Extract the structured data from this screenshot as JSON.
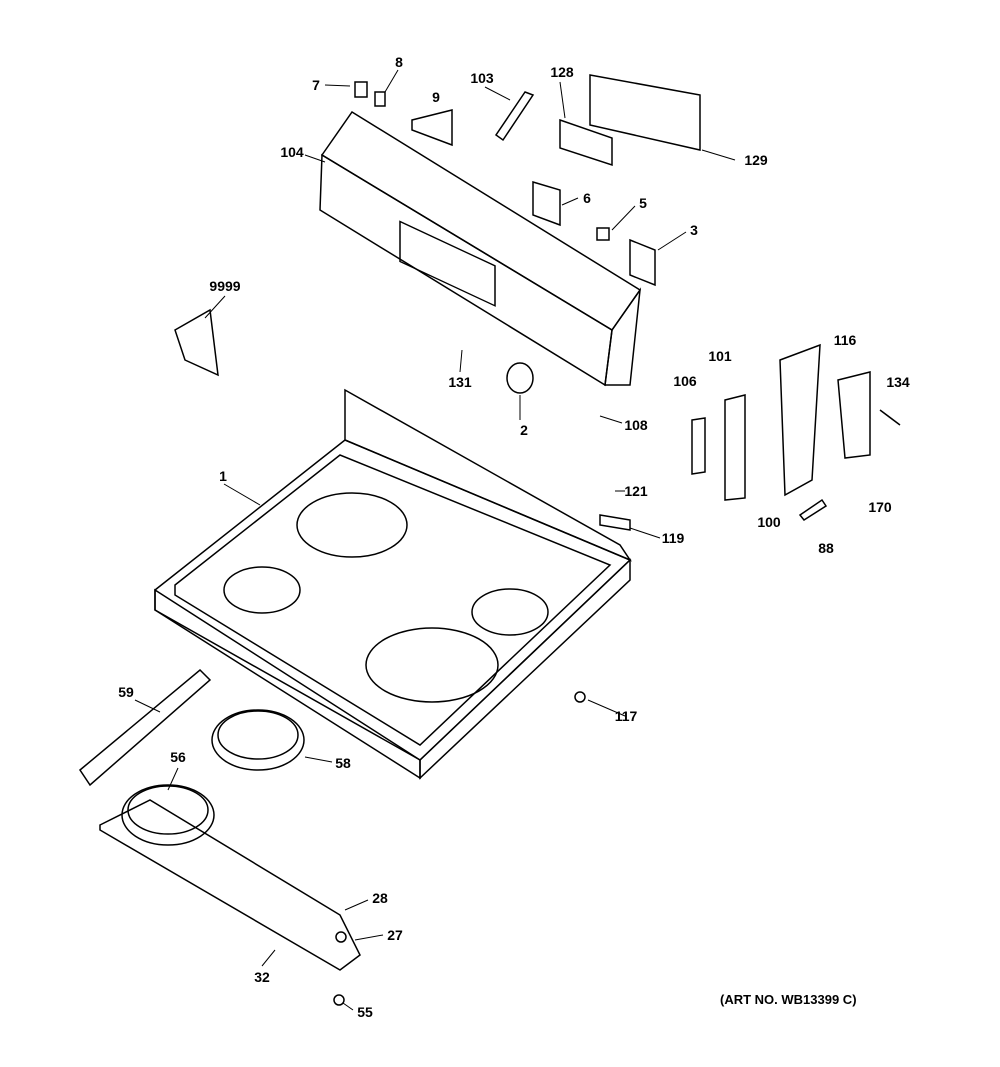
{
  "diagram": {
    "parts": [
      {
        "id": "p7",
        "label": "7"
      },
      {
        "id": "p8",
        "label": "8"
      },
      {
        "id": "p9",
        "label": "9"
      },
      {
        "id": "p103",
        "label": "103"
      },
      {
        "id": "p128",
        "label": "128"
      },
      {
        "id": "p129",
        "label": "129"
      },
      {
        "id": "p104",
        "label": "104"
      },
      {
        "id": "p6",
        "label": "6"
      },
      {
        "id": "p5",
        "label": "5"
      },
      {
        "id": "p3",
        "label": "3"
      },
      {
        "id": "p9999",
        "label": "9999"
      },
      {
        "id": "p131",
        "label": "131"
      },
      {
        "id": "p2",
        "label": "2"
      },
      {
        "id": "p108",
        "label": "108"
      },
      {
        "id": "p106",
        "label": "106"
      },
      {
        "id": "p101",
        "label": "101"
      },
      {
        "id": "p116",
        "label": "116"
      },
      {
        "id": "p134",
        "label": "134"
      },
      {
        "id": "p100",
        "label": "100"
      },
      {
        "id": "p170",
        "label": "170"
      },
      {
        "id": "p88",
        "label": "88"
      },
      {
        "id": "p121",
        "label": "121"
      },
      {
        "id": "p119",
        "label": "119"
      },
      {
        "id": "p1",
        "label": "1"
      },
      {
        "id": "p117",
        "label": "117"
      },
      {
        "id": "p59",
        "label": "59"
      },
      {
        "id": "p56",
        "label": "56"
      },
      {
        "id": "p58",
        "label": "58"
      },
      {
        "id": "p28",
        "label": "28"
      },
      {
        "id": "p27",
        "label": "27"
      },
      {
        "id": "p32",
        "label": "32"
      },
      {
        "id": "p55",
        "label": "55"
      }
    ],
    "art_number": "(ART NO. WB13399 C)"
  }
}
